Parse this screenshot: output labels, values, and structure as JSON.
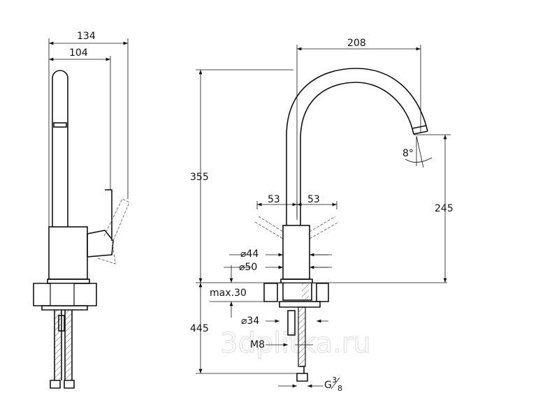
{
  "side_view": {
    "dim_total_depth": "134",
    "dim_spout_depth": "104"
  },
  "front_view": {
    "dim_spout_reach": "208",
    "dim_total_height": "355",
    "dim_handle_left": "53",
    "dim_handle_right": "53",
    "dim_spout_height": "245",
    "dim_body_diameter": "⌀44",
    "dim_base_diameter": "⌀50",
    "dim_max_thickness": "max.30",
    "dim_below_length": "445",
    "dim_hole_diameter": "⌀34",
    "dim_stud": "M8",
    "dim_connection": "G",
    "dim_connection_num": "3",
    "dim_connection_den": "8",
    "spout_angle": "8°"
  },
  "watermark": "3dplitka.ru"
}
